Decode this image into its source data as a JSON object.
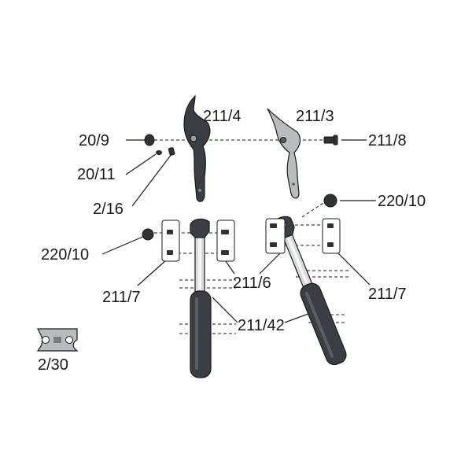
{
  "labels": {
    "p20_9": "20/9",
    "p20_11": "20/11",
    "p2_16": "2/16",
    "p211_4": "211/4",
    "p211_3": "211/3",
    "p211_8": "211/8",
    "p220_10_right": "220/10",
    "p220_10_left": "220/10",
    "p211_6": "211/6",
    "p211_7_left": "211/7",
    "p211_7_right": "211/7",
    "p211_42": "211/42",
    "p2_30": "2/30"
  },
  "colors": {
    "dark_blade": "#3a3d42",
    "light_blade": "#b9bbbd",
    "handle_grip": "#3b3e43",
    "metal_tube": "#d9dadb",
    "line": "#1a1a1a",
    "background": "#ffffff"
  }
}
